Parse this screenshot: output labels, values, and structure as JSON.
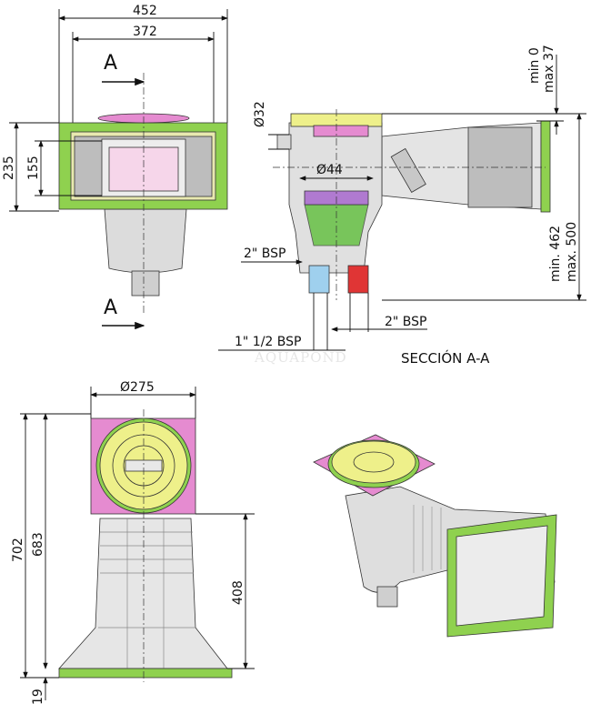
{
  "front_view": {
    "width_outer": "452",
    "width_inner": "372",
    "height_outer": "235",
    "height_inner": "155",
    "section_mark_top": "A",
    "section_mark_bottom": "A"
  },
  "section_view": {
    "title": "SECCIÓN A-A",
    "diameter_small": "Ø32",
    "diameter_mid": "Ø44",
    "thread_left": "2\" BSP",
    "thread_bottom_right": "2\" BSP",
    "thread_bottom_left": "1\" 1/2 BSP",
    "adjust_min": "min 0",
    "adjust_max": "max 37",
    "length_min": "min. 462",
    "length_max": "max. 500"
  },
  "watermark": "AQUAPOND",
  "side_view": {
    "diameter": "Ø275",
    "height_total": "702",
    "height_body": "683",
    "height_mouth": "408",
    "base_thickness": "19"
  },
  "colors": {
    "frame_green": "#8fd14f",
    "lid_pink": "#e58bd0",
    "lid_yellow": "#eef08a",
    "body_grey": "#d8d8d8",
    "basket_green": "#5fbf3a"
  }
}
